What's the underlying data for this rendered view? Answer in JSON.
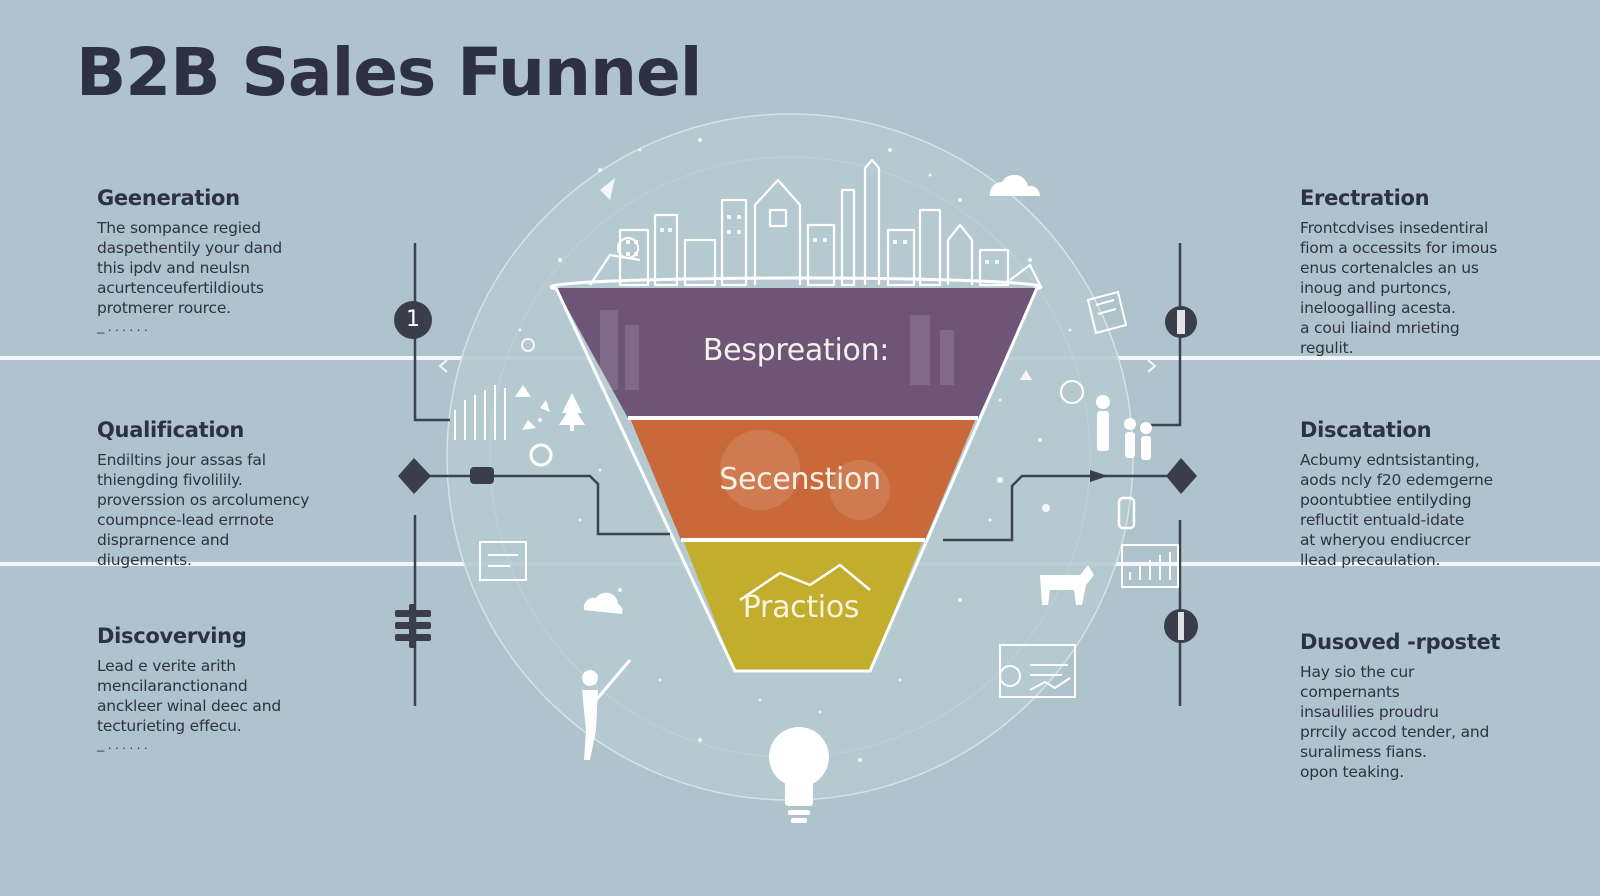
{
  "title": "B2B Sales Funnel",
  "left_blocks": [
    {
      "heading": "Geeneration",
      "lines": [
        "The sompance regied",
        "daspethentily your dand",
        "this ipdv and neulsn",
        "acurtenceufertildiouts",
        "protmerer rource."
      ],
      "dots": "_ . . . . . ."
    },
    {
      "heading": "Qualification",
      "lines": [
        "Endiltins jour assas fal",
        "thiengding fivolilily.",
        "proverssion os arcolumency",
        "coumpnce-lead errnote",
        "disprarnence and",
        "diugements."
      ],
      "dots": ""
    },
    {
      "heading": "Discoverving",
      "lines": [
        "Lead e verite arith",
        "mencilaranctionand",
        "anckleer winal deec and",
        "tecturieting effecu."
      ],
      "dots": "_ . . . . . ."
    }
  ],
  "right_blocks": [
    {
      "heading": "Erectration",
      "lines": [
        "Frontcdvises insedentiral",
        "fiom a occessits for imous",
        "enus cortenalcles an us",
        "inoug and purtoncs,",
        "ineloogalling acesta.",
        "a coui liaind mrieting",
        "regulit."
      ]
    },
    {
      "heading": "Discatation",
      "lines": [
        "Acbumy edntsistanting,",
        "aods ncly f20 edemgerne",
        "poontubtiee entilyding",
        "refluctit entuald-idate",
        "at wheryou endiucrcer",
        "llead precaulation."
      ]
    },
    {
      "heading": "Dusoved -rpostet",
      "lines": [
        "Hay sio the cur compernants",
        "insaulilies proudru",
        "prrcily accod tender, and",
        "suralimess fians.",
        "opon teaking."
      ]
    }
  ],
  "stages": [
    {
      "label": "Bespreation:",
      "color": "#6e5578"
    },
    {
      "label": "Secenstion",
      "color": "#c9693a"
    },
    {
      "label": "Practios",
      "color": "#c2ae2c"
    }
  ],
  "markers": {
    "left_top": "1"
  },
  "icons": [
    "skyline-icon",
    "cloud-icon",
    "lightbulb-icon",
    "bar-chart-icon",
    "person-icon",
    "gear-icon",
    "diamond-icon",
    "dollar-icon",
    "monitor-icon",
    "horse-icon",
    "tree-icon",
    "padlock-icon"
  ]
}
